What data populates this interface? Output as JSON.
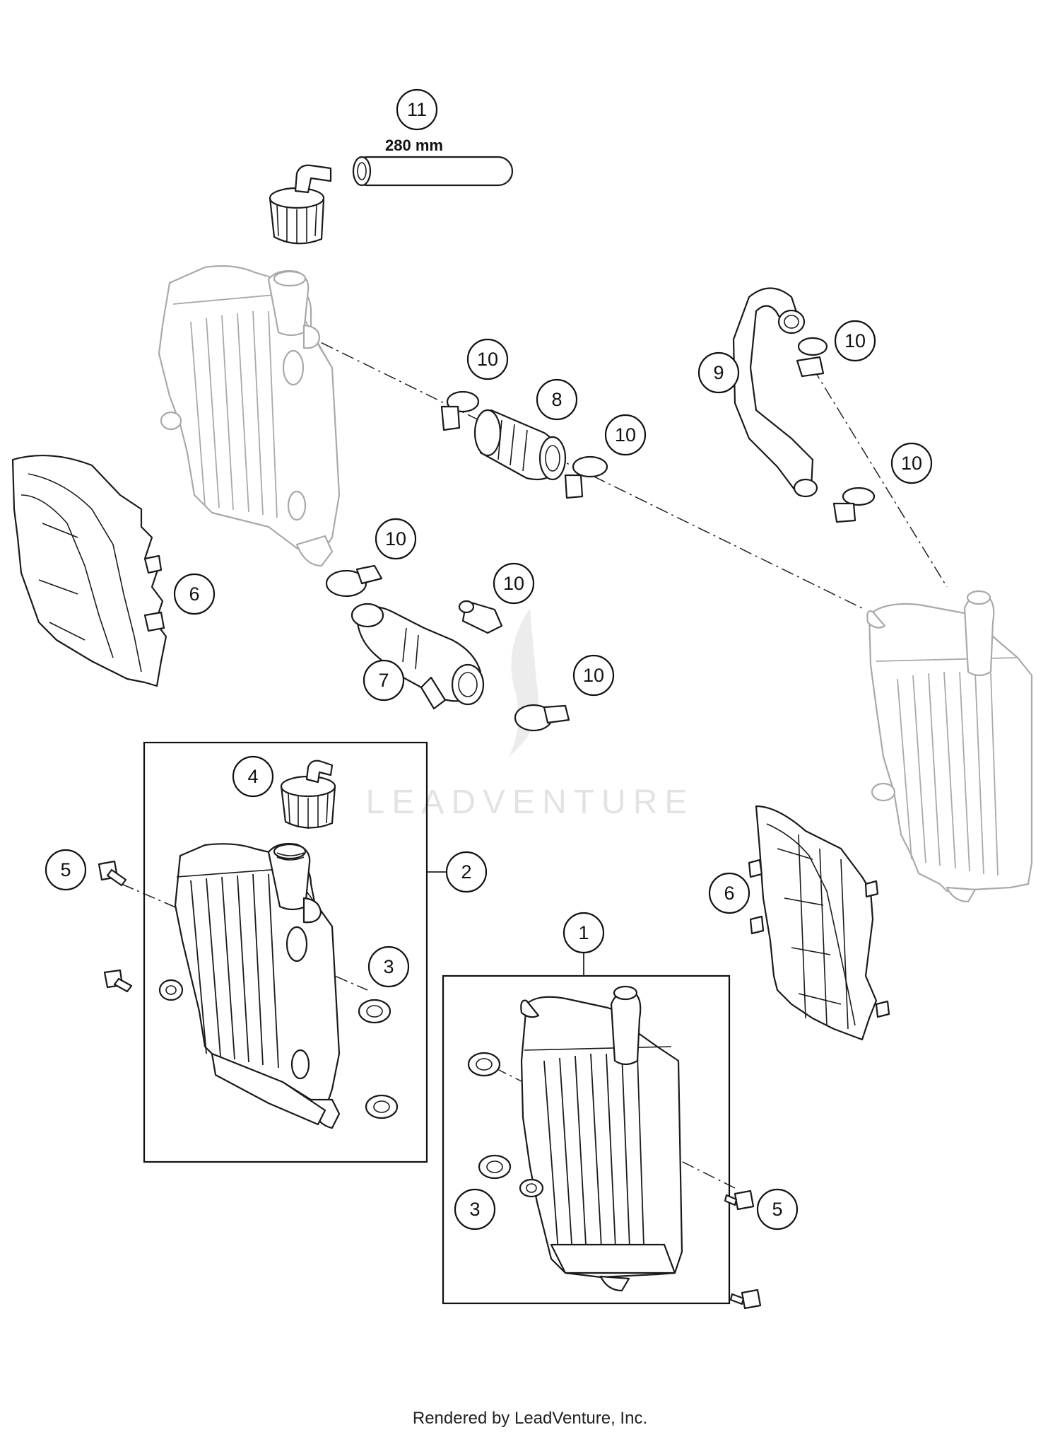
{
  "diagram": {
    "hose_length_label": "280 mm",
    "watermark": "LEADVENTURE",
    "footer": "Rendered by LeadVenture, Inc.",
    "callouts": [
      {
        "id": "c11",
        "label": "11"
      },
      {
        "id": "c10a",
        "label": "10"
      },
      {
        "id": "c8",
        "label": "8"
      },
      {
        "id": "c10b",
        "label": "10"
      },
      {
        "id": "c9",
        "label": "9"
      },
      {
        "id": "c10c",
        "label": "10"
      },
      {
        "id": "c10d",
        "label": "10"
      },
      {
        "id": "c10e",
        "label": "10"
      },
      {
        "id": "c6a",
        "label": "6"
      },
      {
        "id": "c10f",
        "label": "10"
      },
      {
        "id": "c7",
        "label": "7"
      },
      {
        "id": "c10g",
        "label": "10"
      },
      {
        "id": "c4",
        "label": "4"
      },
      {
        "id": "c2",
        "label": "2"
      },
      {
        "id": "c5a",
        "label": "5"
      },
      {
        "id": "c3a",
        "label": "3"
      },
      {
        "id": "c6b",
        "label": "6"
      },
      {
        "id": "c1",
        "label": "1"
      },
      {
        "id": "c3b",
        "label": "3"
      },
      {
        "id": "c5b",
        "label": "5"
      }
    ]
  }
}
